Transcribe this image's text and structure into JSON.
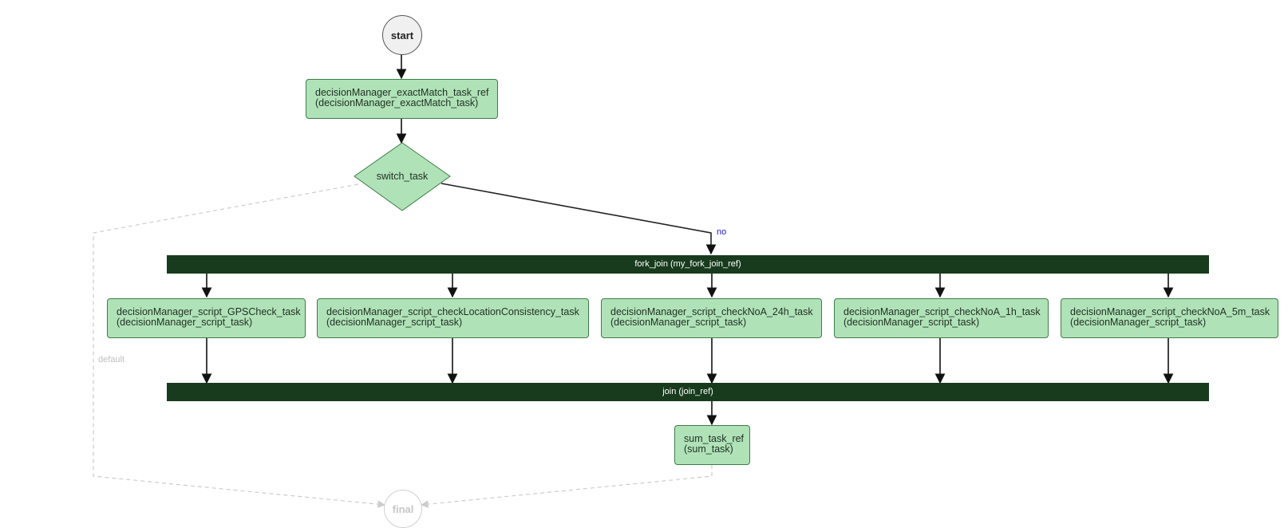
{
  "workflow": {
    "start_label": "start",
    "final_label": "final",
    "decision_task": {
      "line1": "decisionManager_exactMatch_task_ref",
      "line2": "(decisionManager_exactMatch_task)"
    },
    "switch_label": "switch_task",
    "edge_labels": {
      "no": "no",
      "default": "default"
    },
    "fork_label": "fork_join (my_fork_join_ref)",
    "join_label": "join (join_ref)",
    "parallel_tasks": [
      {
        "line1": "decisionManager_script_GPSCheck_task",
        "line2": "(decisionManager_script_task)"
      },
      {
        "line1": "decisionManager_script_checkLocationConsistency_task",
        "line2": "(decisionManager_script_task)"
      },
      {
        "line1": "decisionManager_script_checkNoA_24h_task",
        "line2": "(decisionManager_script_task)"
      },
      {
        "line1": "decisionManager_script_checkNoA_1h_task",
        "line2": "(decisionManager_script_task)"
      },
      {
        "line1": "decisionManager_script_checkNoA_5m_task",
        "line2": "(decisionManager_script_task)"
      }
    ],
    "sum_task": {
      "line1": "sum_task_ref",
      "line2": "(sum_task)"
    }
  },
  "colors": {
    "task_fill": "#b0e2b8",
    "task_border": "#3e7c47",
    "bar_fill": "#183b1d",
    "edge": "#111111",
    "edge_inactive": "#cccccc",
    "label_no": "#1a1ad6"
  }
}
